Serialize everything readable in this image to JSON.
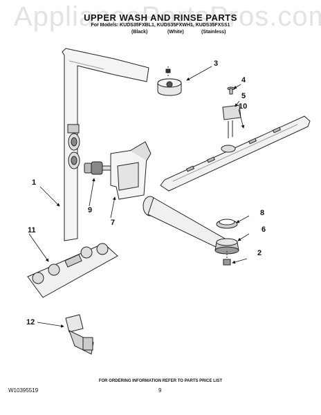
{
  "watermark": "AppliancePartsPros.com",
  "header": {
    "title": "UPPER WASH AND RINSE PARTS",
    "models": "For Models: KUDS35FXBL1, KUDS35FXWH1, KUDS35FXSS1",
    "finishes": [
      "(Black)",
      "(White)",
      "(Stainless)"
    ]
  },
  "callouts": [
    "1",
    "2",
    "3",
    "4",
    "5",
    "6",
    "7",
    "8",
    "9",
    "10",
    "11",
    "12"
  ],
  "footer": {
    "ordering_note": "FOR ORDERING INFORMATION REFER TO PARTS PRICE LIST",
    "doc_number": "W10395519",
    "page_number": "9"
  }
}
